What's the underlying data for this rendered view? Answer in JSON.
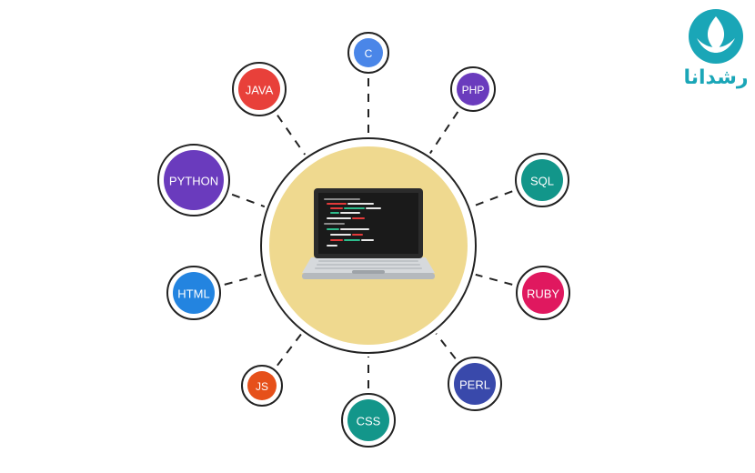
{
  "diagram": {
    "center": {
      "icon": "laptop-code-icon",
      "background_color": "#efd98f"
    },
    "nodes": [
      {
        "id": "c",
        "label": "C",
        "color": "#4a86e8"
      },
      {
        "id": "php",
        "label": "PHP",
        "color": "#6a3bbd"
      },
      {
        "id": "sql",
        "label": "SQL",
        "color": "#12968a"
      },
      {
        "id": "ruby",
        "label": "RUBY",
        "color": "#e0185f"
      },
      {
        "id": "perl",
        "label": "PERL",
        "color": "#3949ab"
      },
      {
        "id": "css",
        "label": "CSS",
        "color": "#13968a"
      },
      {
        "id": "js",
        "label": "JS",
        "color": "#e6501a"
      },
      {
        "id": "html",
        "label": "HTML",
        "color": "#2384e0"
      },
      {
        "id": "python",
        "label": "PYTHON",
        "color": "#6a3bbd"
      },
      {
        "id": "java",
        "label": "JAVA",
        "color": "#e8403a"
      }
    ]
  },
  "logo": {
    "text": "رشدانا",
    "color": "#1aa6b7",
    "icon": "leaf-drop-icon"
  }
}
